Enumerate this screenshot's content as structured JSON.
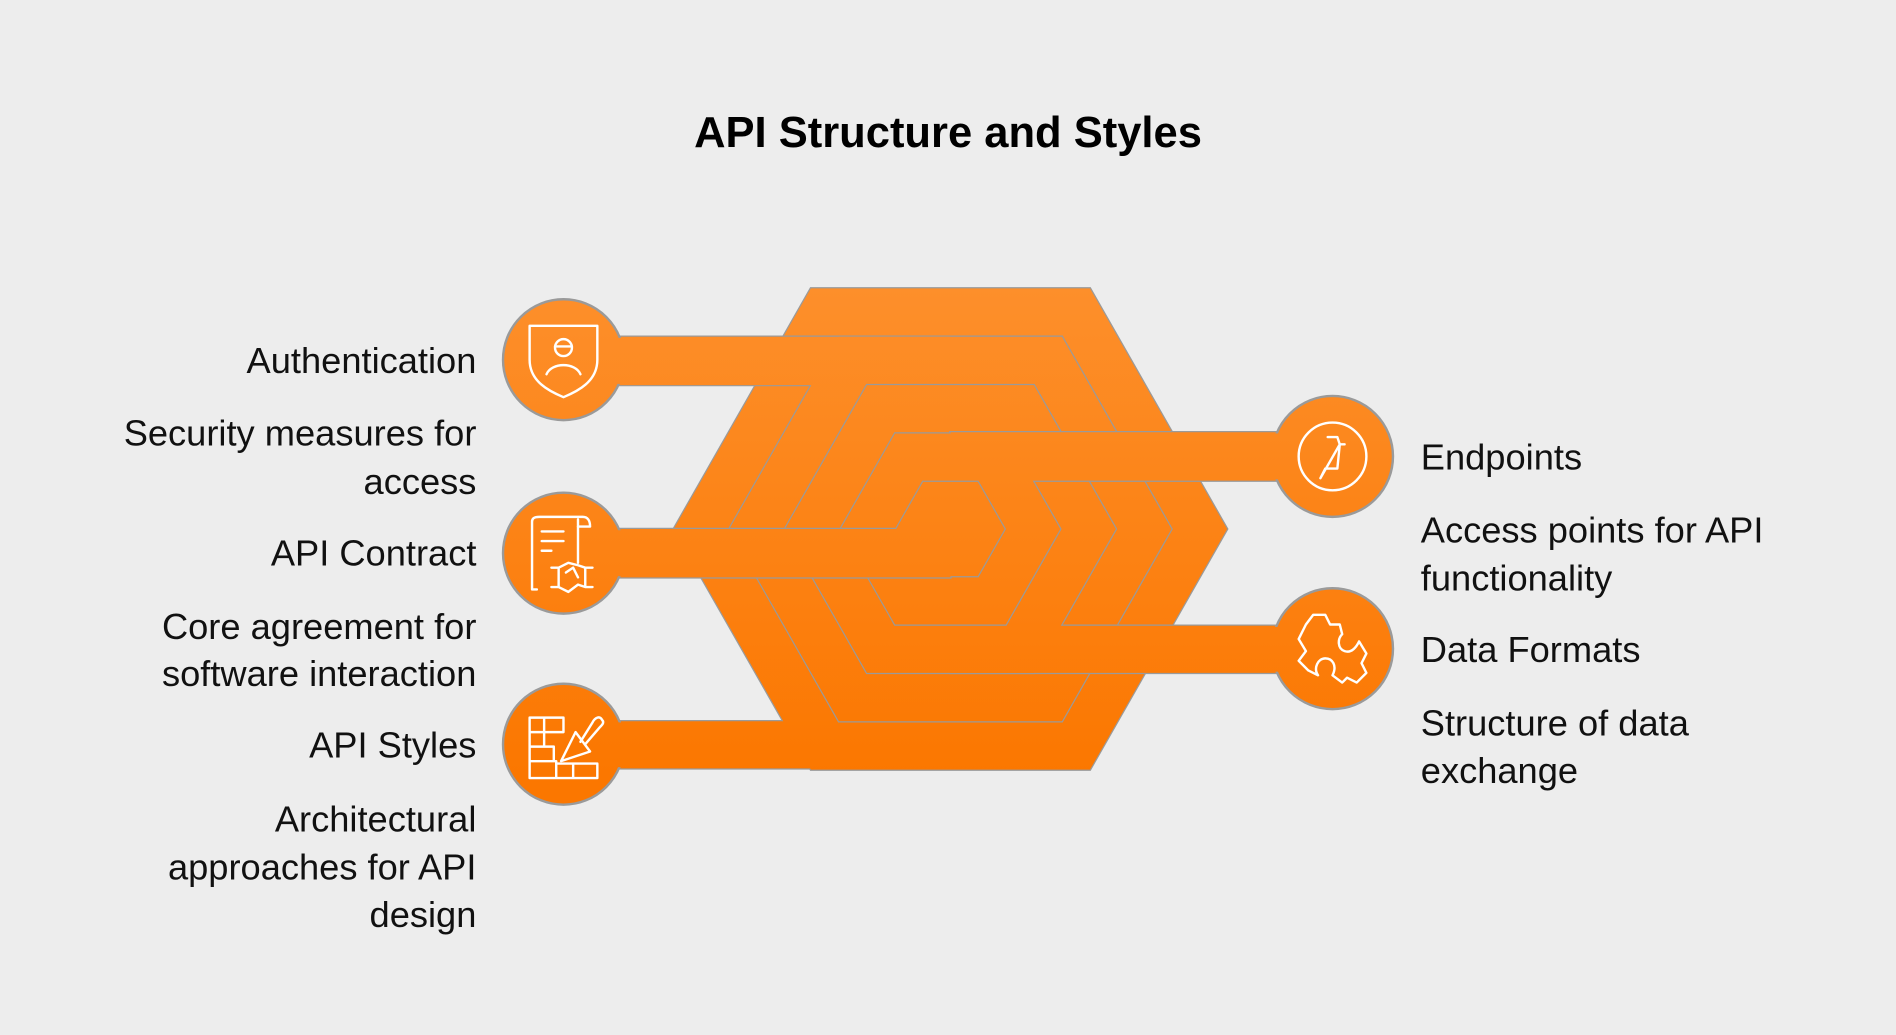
{
  "title": "API Structure and Styles",
  "colors": {
    "orange_top": "#fd8f2b",
    "orange_bottom": "#fb7700",
    "outline": "#9a9a9a",
    "background": "#ededed"
  },
  "left_items": [
    {
      "title": "Authentication",
      "desc": [
        "Security measures for",
        "access"
      ],
      "icon": "shield-user-icon"
    },
    {
      "title": "API Contract",
      "desc": [
        "Core agreement for",
        "software interaction"
      ],
      "icon": "contract-handshake-icon"
    },
    {
      "title": "API Styles",
      "desc": [
        "Architectural",
        "approaches for API",
        "design"
      ],
      "icon": "brick-trowel-icon"
    }
  ],
  "right_items": [
    {
      "title": "Endpoints",
      "desc": [
        "Access points for API",
        "functionality"
      ],
      "icon": "endpoint-pin-icon"
    },
    {
      "title": "Data Formats",
      "desc": [
        "Structure of data",
        "exchange"
      ],
      "icon": "puzzle-icon"
    }
  ]
}
